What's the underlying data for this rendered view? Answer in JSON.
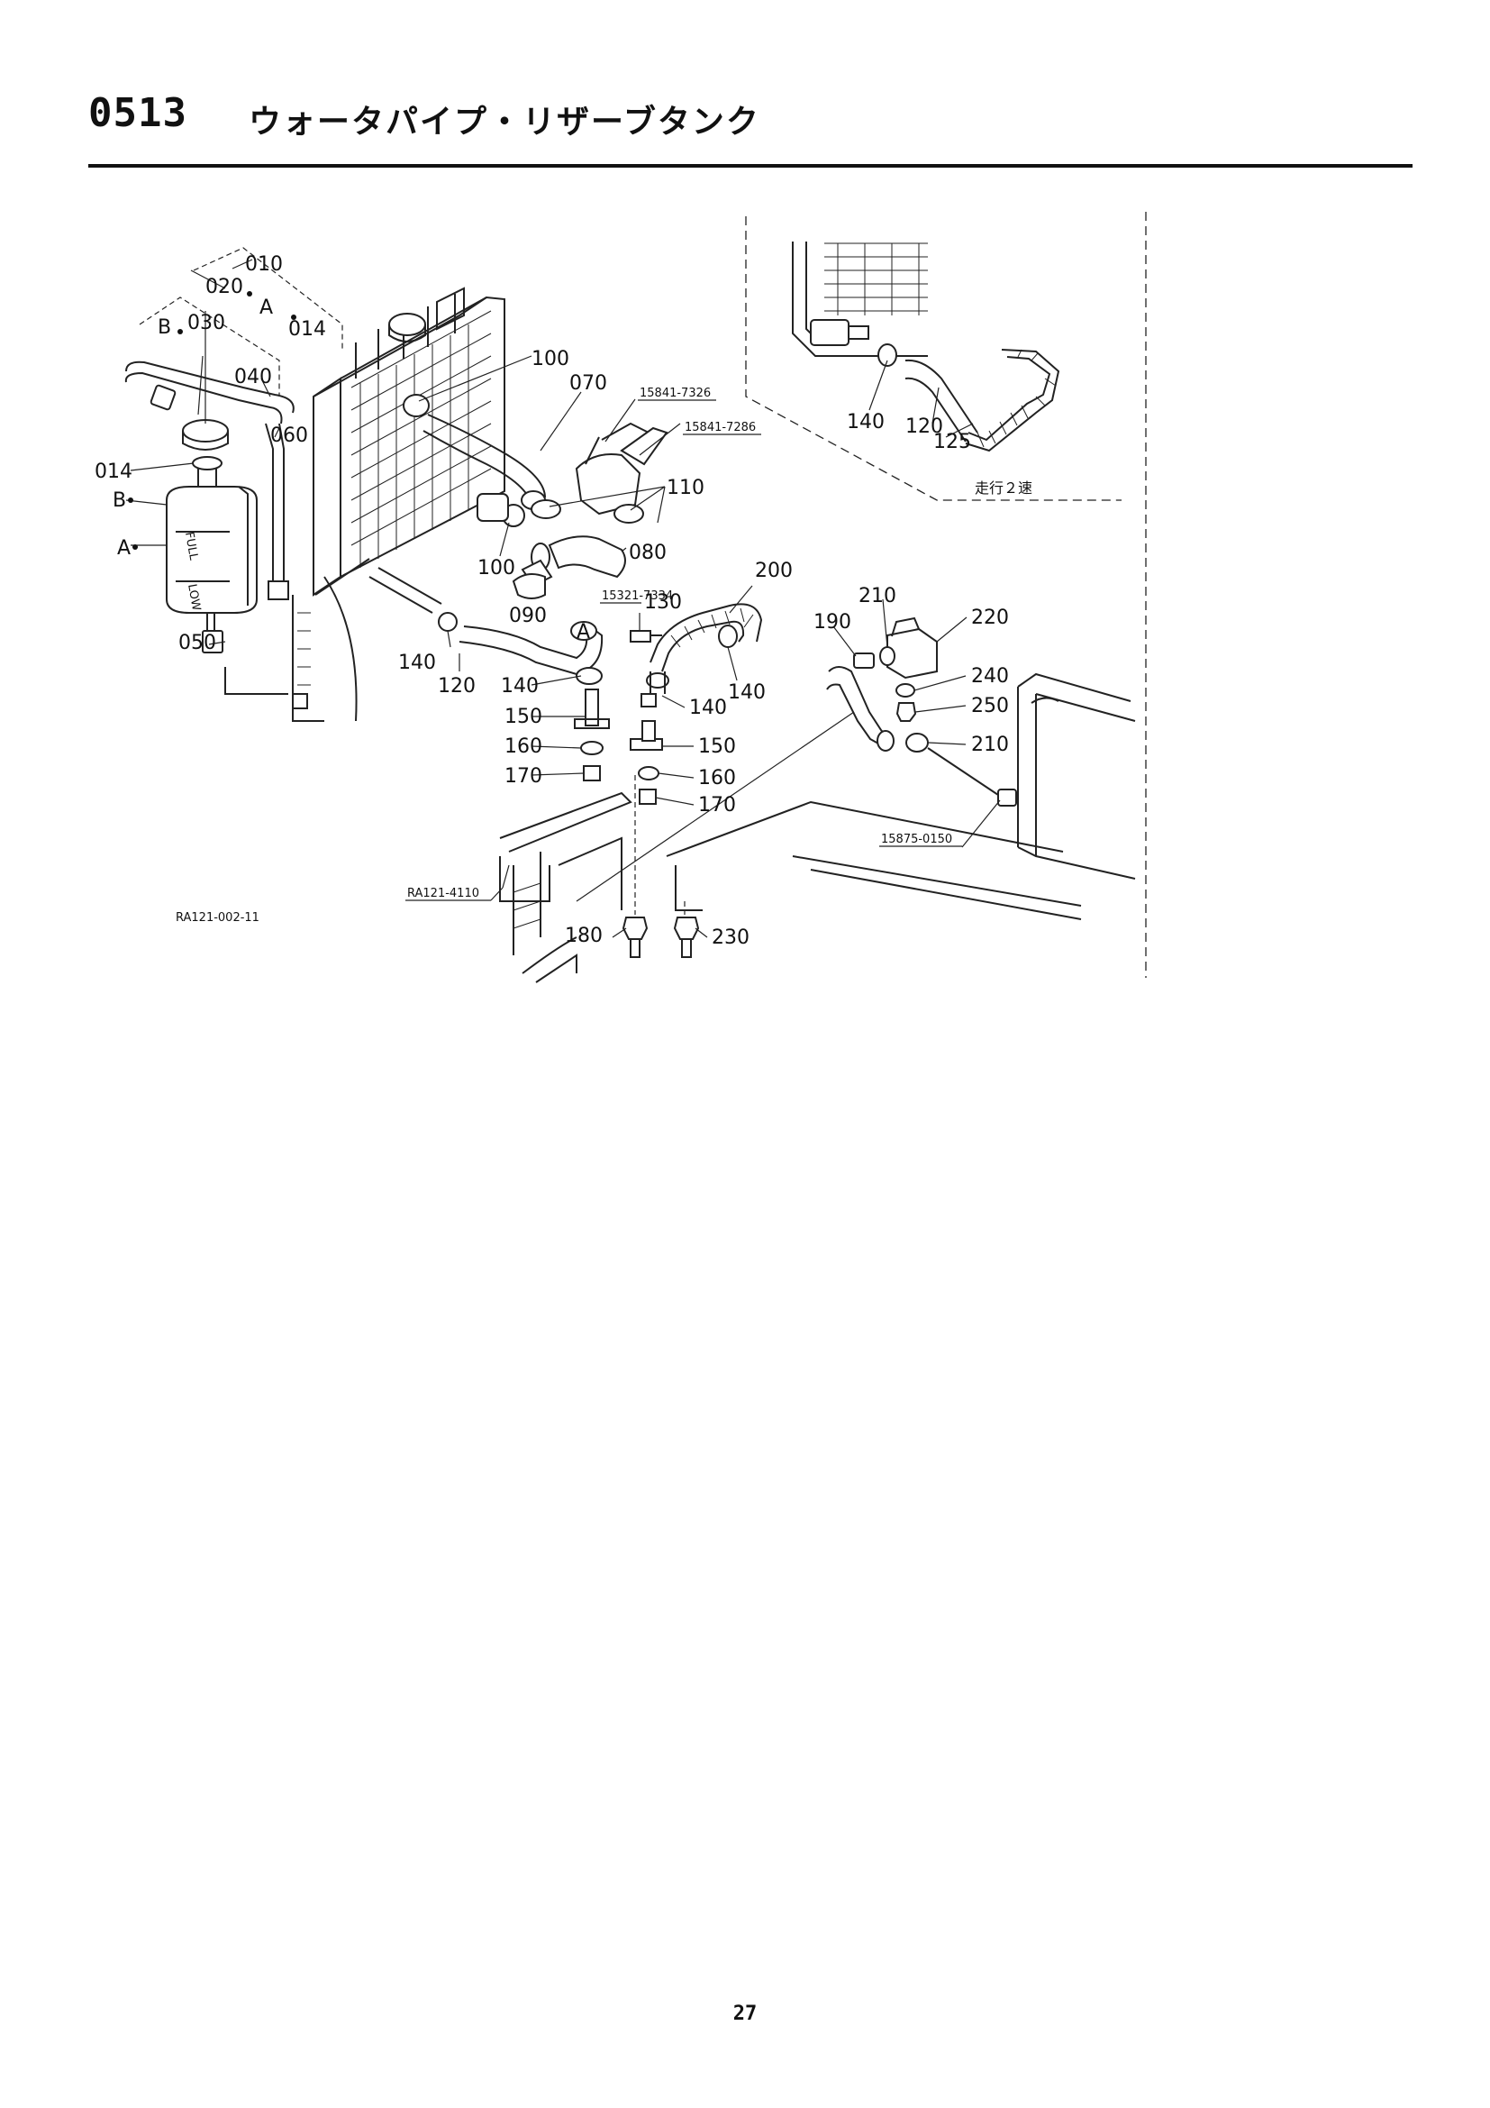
{
  "header": {
    "section_code": "0513",
    "section_title": "ウォータパイプ・リザーブタンク"
  },
  "diagram": {
    "callouts": {
      "c010": "010",
      "c020": "020",
      "c030": "030",
      "c040": "040",
      "c050": "050",
      "c060": "060",
      "c070": "070",
      "c080": "080",
      "c090": "090",
      "c100a": "100",
      "c100b": "100",
      "c110": "110",
      "c120a": "120",
      "c120b": "120",
      "c125": "125",
      "c130": "130",
      "c140a": "140",
      "c140b": "140",
      "c140c": "140",
      "c140d": "140",
      "c140e": "140",
      "c150a": "150",
      "c150b": "150",
      "c160a": "160",
      "c160b": "160",
      "c170a": "170",
      "c170b": "170",
      "c180": "180",
      "c190": "190",
      "c200": "200",
      "c210a": "210",
      "c210b": "210",
      "c220": "220",
      "c230": "230",
      "c240": "240",
      "c250": "250",
      "c014a": "014",
      "c014b": "014",
      "marker_a1": "A",
      "marker_a2": "A",
      "marker_b1": "B",
      "marker_b2": "B"
    },
    "references": {
      "r1": "15841-7326",
      "r2": "15841-7286",
      "r3": "15321-7334",
      "r4": "15875-0150",
      "r5": "RA121-4110"
    },
    "tank_labels": {
      "full": "FULL",
      "low": "LOW"
    },
    "inset_note": "走行２速",
    "figure_id": "RA121-002-11"
  },
  "footer": {
    "page_number": "27"
  }
}
